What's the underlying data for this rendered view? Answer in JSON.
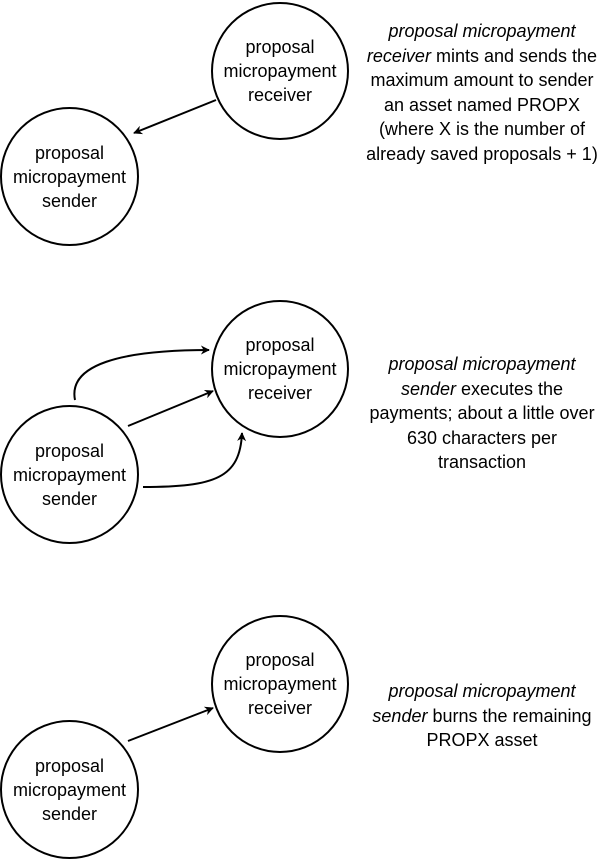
{
  "nodes": {
    "receiver_label": [
      "proposal",
      "micropayment",
      "receiver"
    ],
    "sender_label": [
      "proposal",
      "micropayment",
      "sender"
    ]
  },
  "steps": [
    {
      "caption_italic": "proposal micropayment receiver",
      "caption_rest": " mints and sends the maximum amount to sender an asset named PROPX (where X is the number of already saved proposals + 1)"
    },
    {
      "caption_italic": "proposal micropayment sender",
      "caption_rest": " executes the payments; about a little over 630 characters per transaction"
    },
    {
      "caption_italic": "proposal micropayment sender",
      "caption_rest": " burns the remaining PROPX asset"
    }
  ]
}
